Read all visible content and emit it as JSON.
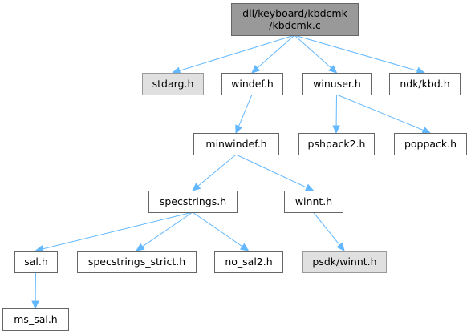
{
  "diagram": {
    "nodes": [
      {
        "id": "root",
        "lines": [
          "dll/keyboard/kbdcmk",
          "/kbdcmk.c"
        ],
        "style": "root"
      },
      {
        "id": "stdarg",
        "lines": [
          "stdarg.h"
        ],
        "style": "missing"
      },
      {
        "id": "windef",
        "lines": [
          "windef.h"
        ],
        "style": "normal"
      },
      {
        "id": "winuser",
        "lines": [
          "winuser.h"
        ],
        "style": "normal"
      },
      {
        "id": "ndkkbd",
        "lines": [
          "ndk/kbd.h"
        ],
        "style": "normal"
      },
      {
        "id": "minwindef",
        "lines": [
          "minwindef.h"
        ],
        "style": "normal"
      },
      {
        "id": "pshpack2",
        "lines": [
          "pshpack2.h"
        ],
        "style": "normal"
      },
      {
        "id": "poppack",
        "lines": [
          "poppack.h"
        ],
        "style": "normal"
      },
      {
        "id": "specstrings",
        "lines": [
          "specstrings.h"
        ],
        "style": "normal"
      },
      {
        "id": "winnt",
        "lines": [
          "winnt.h"
        ],
        "style": "normal"
      },
      {
        "id": "sal",
        "lines": [
          "sal.h"
        ],
        "style": "normal"
      },
      {
        "id": "specstrings_strict",
        "lines": [
          "specstrings_strict.h"
        ],
        "style": "normal"
      },
      {
        "id": "no_sal2",
        "lines": [
          "no_sal2.h"
        ],
        "style": "normal"
      },
      {
        "id": "psdkwinnt",
        "lines": [
          "psdk/winnt.h"
        ],
        "style": "missing"
      },
      {
        "id": "ms_sal",
        "lines": [
          "ms_sal.h"
        ],
        "style": "normal"
      }
    ],
    "edges": [
      {
        "from": "root",
        "to": "stdarg"
      },
      {
        "from": "root",
        "to": "windef"
      },
      {
        "from": "root",
        "to": "winuser"
      },
      {
        "from": "root",
        "to": "ndkkbd"
      },
      {
        "from": "windef",
        "to": "minwindef"
      },
      {
        "from": "winuser",
        "to": "pshpack2"
      },
      {
        "from": "winuser",
        "to": "poppack"
      },
      {
        "from": "minwindef",
        "to": "specstrings"
      },
      {
        "from": "minwindef",
        "to": "winnt"
      },
      {
        "from": "specstrings",
        "to": "sal"
      },
      {
        "from": "specstrings",
        "to": "specstrings_strict"
      },
      {
        "from": "specstrings",
        "to": "no_sal2"
      },
      {
        "from": "winnt",
        "to": "psdkwinnt"
      },
      {
        "from": "sal",
        "to": "ms_sal"
      }
    ],
    "colors": {
      "edge": "#63b8ff",
      "root_fill": "#999999",
      "missing_fill": "#e0e0e0",
      "normal_fill": "#ffffff",
      "border": "#666666"
    }
  }
}
